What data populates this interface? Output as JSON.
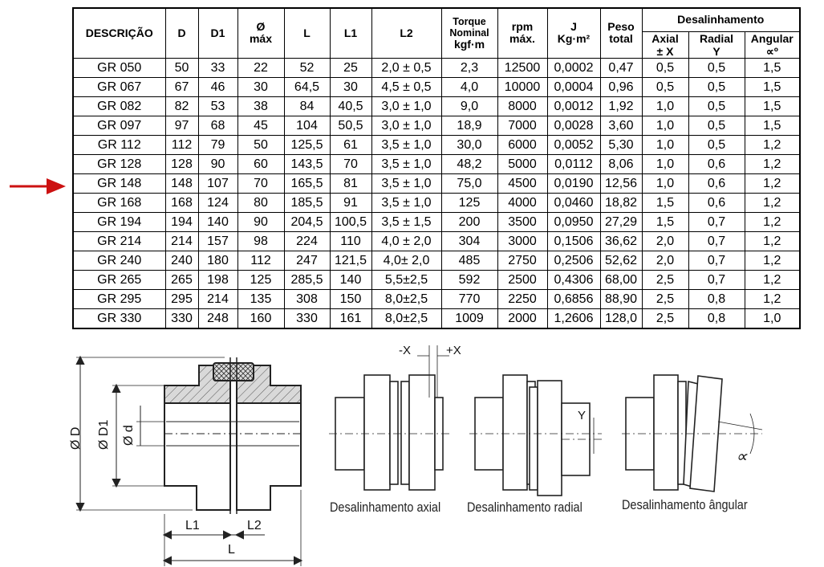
{
  "table": {
    "headers": {
      "descricao": "DESCRIÇÃO",
      "d": "D",
      "d1": "D1",
      "dia_line1": "Ø",
      "dia_line2": "máx",
      "l": "L",
      "l1": "L1",
      "l2": "L2",
      "torque_line1": "Torque",
      "torque_line2": "Nominal",
      "torque_line3": "kgf·m",
      "rpm_line1": "rpm",
      "rpm_line2": "máx.",
      "j_line1": "J",
      "j_line2": "Kg·m²",
      "peso_line1": "Peso",
      "peso_line2": "total",
      "desalinhamento": "Desalinhamento",
      "axial_line1": "Axial",
      "axial_line2": "± X",
      "radial_line1": "Radial",
      "radial_line2": "Y",
      "angular_line1": "Angular",
      "angular_line2": "∝º"
    },
    "rows": [
      [
        "GR 050",
        "50",
        "33",
        "22",
        "52",
        "25",
        "2,0 ± 0,5",
        "2,3",
        "12500",
        "0,0002",
        "0,47",
        "0,5",
        "0,5",
        "1,5"
      ],
      [
        "GR 067",
        "67",
        "46",
        "30",
        "64,5",
        "30",
        "4,5 ± 0,5",
        "4,0",
        "10000",
        "0,0004",
        "0,96",
        "0,5",
        "0,5",
        "1,5"
      ],
      [
        "GR 082",
        "82",
        "53",
        "38",
        "84",
        "40,5",
        "3,0 ± 1,0",
        "9,0",
        "8000",
        "0,0012",
        "1,92",
        "1,0",
        "0,5",
        "1,5"
      ],
      [
        "GR 097",
        "97",
        "68",
        "45",
        "104",
        "50,5",
        "3,0 ± 1,0",
        "18,9",
        "7000",
        "0,0028",
        "3,60",
        "1,0",
        "0,5",
        "1,5"
      ],
      [
        "GR 112",
        "112",
        "79",
        "50",
        "125,5",
        "61",
        "3,5 ± 1,0",
        "30,0",
        "6000",
        "0,0052",
        "5,30",
        "1,0",
        "0,5",
        "1,2"
      ],
      [
        "GR 128",
        "128",
        "90",
        "60",
        "143,5",
        "70",
        "3,5 ± 1,0",
        "48,2",
        "5000",
        "0,0112",
        "8,06",
        "1,0",
        "0,6",
        "1,2"
      ],
      [
        "GR 148",
        "148",
        "107",
        "70",
        "165,5",
        "81",
        "3,5 ± 1,0",
        "75,0",
        "4500",
        "0,0190",
        "12,56",
        "1,0",
        "0,6",
        "1,2"
      ],
      [
        "GR 168",
        "168",
        "124",
        "80",
        "185,5",
        "91",
        "3,5 ± 1,0",
        "125",
        "4000",
        "0,0460",
        "18,82",
        "1,5",
        "0,6",
        "1,2"
      ],
      [
        "GR 194",
        "194",
        "140",
        "90",
        "204,5",
        "100,5",
        "3,5 ± 1,5",
        "200",
        "3500",
        "0,0950",
        "27,29",
        "1,5",
        "0,7",
        "1,2"
      ],
      [
        "GR 214",
        "214",
        "157",
        "98",
        "224",
        "110",
        "4,0 ± 2,0",
        "304",
        "3000",
        "0,1506",
        "36,62",
        "2,0",
        "0,7",
        "1,2"
      ],
      [
        "GR 240",
        "240",
        "180",
        "112",
        "247",
        "121,5",
        "4,0± 2,0",
        "485",
        "2750",
        "0,2506",
        "52,62",
        "2,0",
        "0,7",
        "1,2"
      ],
      [
        "GR 265",
        "265",
        "198",
        "125",
        "285,5",
        "140",
        "5,5±2,5",
        "592",
        "2500",
        "0,4306",
        "68,00",
        "2,5",
        "0,7",
        "1,2"
      ],
      [
        "GR 295",
        "295",
        "214",
        "135",
        "308",
        "150",
        "8,0±2,5",
        "770",
        "2250",
        "0,6856",
        "88,90",
        "2,5",
        "0,8",
        "1,2"
      ],
      [
        "GR 330",
        "330",
        "248",
        "160",
        "330",
        "161",
        "8,0±2,5",
        "1009",
        "2000",
        "1,2606",
        "128,0",
        "2,5",
        "0,8",
        "1,0"
      ]
    ],
    "highlighted_row": "GR 148"
  },
  "drawing": {
    "dim_d": "Ø D",
    "dim_d1": "Ø D1",
    "dim_d_small": "Ø d",
    "dim_l": "L",
    "dim_l1": "L1",
    "dim_l2": "L2",
    "axial_minus": "-X",
    "axial_plus": "+X",
    "radial_y": "Y",
    "angular_sym": "∝",
    "caption_axial": "Desalinhamento axial",
    "caption_radial": "Desalinhamento radial",
    "caption_angular": "Desalinhamento ângular"
  },
  "colors": {
    "arrow": "#cc1111",
    "line": "#222222"
  }
}
